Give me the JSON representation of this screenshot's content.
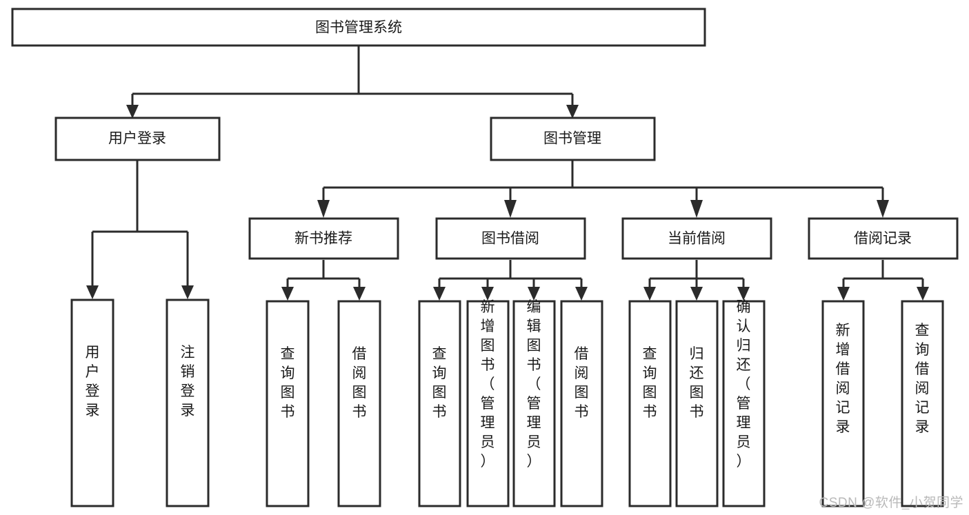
{
  "diagram": {
    "title": "图书管理系统",
    "type": "tree-hierarchy-chart",
    "watermark": "CSDN @软件_小贺同学",
    "nodes": {
      "root": {
        "label": "图书管理系统",
        "level": 1,
        "orientation": "horizontal"
      },
      "l2": [
        {
          "id": "user-login",
          "label": "用户登录",
          "level": 2,
          "orientation": "horizontal"
        },
        {
          "id": "book-manage",
          "label": "图书管理",
          "level": 2,
          "orientation": "horizontal"
        }
      ],
      "l3": [
        {
          "id": "new-book-recommend",
          "label": "新书推荐",
          "level": 3,
          "orientation": "horizontal",
          "parent": "book-manage"
        },
        {
          "id": "book-borrow",
          "label": "图书借阅",
          "level": 3,
          "orientation": "horizontal",
          "parent": "book-manage"
        },
        {
          "id": "current-borrow",
          "label": "当前借阅",
          "level": 3,
          "orientation": "horizontal",
          "parent": "book-manage"
        },
        {
          "id": "borrow-record",
          "label": "借阅记录",
          "level": 3,
          "orientation": "horizontal",
          "parent": "book-manage"
        }
      ],
      "leaves": [
        {
          "id": "leaf-user-login",
          "label": "用户登录",
          "parent": "user-login",
          "orientation": "vertical"
        },
        {
          "id": "leaf-logout-login",
          "label": "注销登录",
          "parent": "user-login",
          "orientation": "vertical"
        },
        {
          "id": "leaf-query-book-1",
          "label": "查询图书",
          "parent": "new-book-recommend",
          "orientation": "vertical"
        },
        {
          "id": "leaf-borrow-book-1",
          "label": "借阅图书",
          "parent": "new-book-recommend",
          "orientation": "vertical"
        },
        {
          "id": "leaf-query-book-2",
          "label": "查询图书",
          "parent": "book-borrow",
          "orientation": "vertical"
        },
        {
          "id": "leaf-add-book",
          "label": "新增图书（管理员）",
          "parent": "book-borrow",
          "orientation": "vertical"
        },
        {
          "id": "leaf-edit-book",
          "label": "编辑图书（管理员）",
          "parent": "book-borrow",
          "orientation": "vertical"
        },
        {
          "id": "leaf-borrow-book-2",
          "label": "借阅图书",
          "parent": "book-borrow",
          "orientation": "vertical"
        },
        {
          "id": "leaf-query-book-3",
          "label": "查询图书",
          "parent": "current-borrow",
          "orientation": "vertical"
        },
        {
          "id": "leaf-return-book",
          "label": "归还图书",
          "parent": "current-borrow",
          "orientation": "vertical"
        },
        {
          "id": "leaf-confirm-return",
          "label": "确认归还（管理员）",
          "parent": "current-borrow",
          "orientation": "vertical"
        },
        {
          "id": "leaf-add-record",
          "label": "新增借阅记录",
          "parent": "borrow-record",
          "orientation": "vertical"
        },
        {
          "id": "leaf-query-record",
          "label": "查询借阅记录",
          "parent": "borrow-record",
          "orientation": "vertical"
        }
      ]
    },
    "colors": {
      "box_stroke": "#2b2b2b",
      "box_fill": "#ffffff",
      "text": "#1a1a1a",
      "connector": "#2b2b2b",
      "watermark": "#b9b9b9",
      "background": "#ffffff"
    }
  }
}
